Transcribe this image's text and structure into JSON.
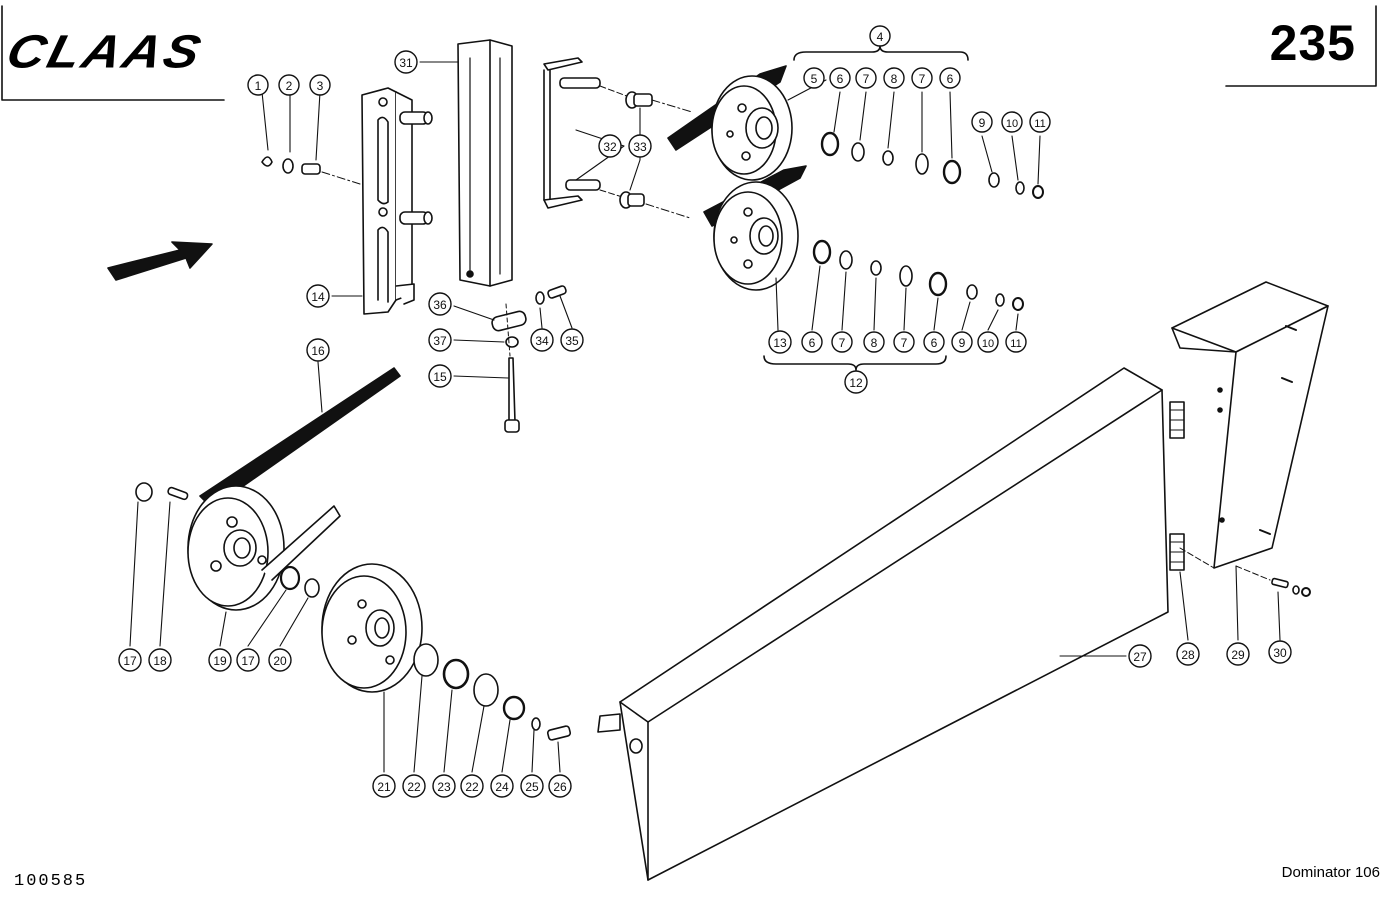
{
  "brand": "CLAAS",
  "page_number": "235",
  "document_number": "100585",
  "model": "Dominator 106",
  "callouts": [
    "1",
    "2",
    "3",
    "4",
    "5",
    "6",
    "7",
    "8",
    "7",
    "6",
    "9",
    "10",
    "11",
    "31",
    "32",
    "33",
    "14",
    "36",
    "37",
    "34",
    "35",
    "15",
    "16",
    "13",
    "6",
    "7",
    "8",
    "7",
    "6",
    "9",
    "10",
    "11",
    "12",
    "17",
    "18",
    "19",
    "17",
    "20",
    "21",
    "22",
    "23",
    "22",
    "24",
    "25",
    "26",
    "27",
    "28",
    "29",
    "30"
  ]
}
